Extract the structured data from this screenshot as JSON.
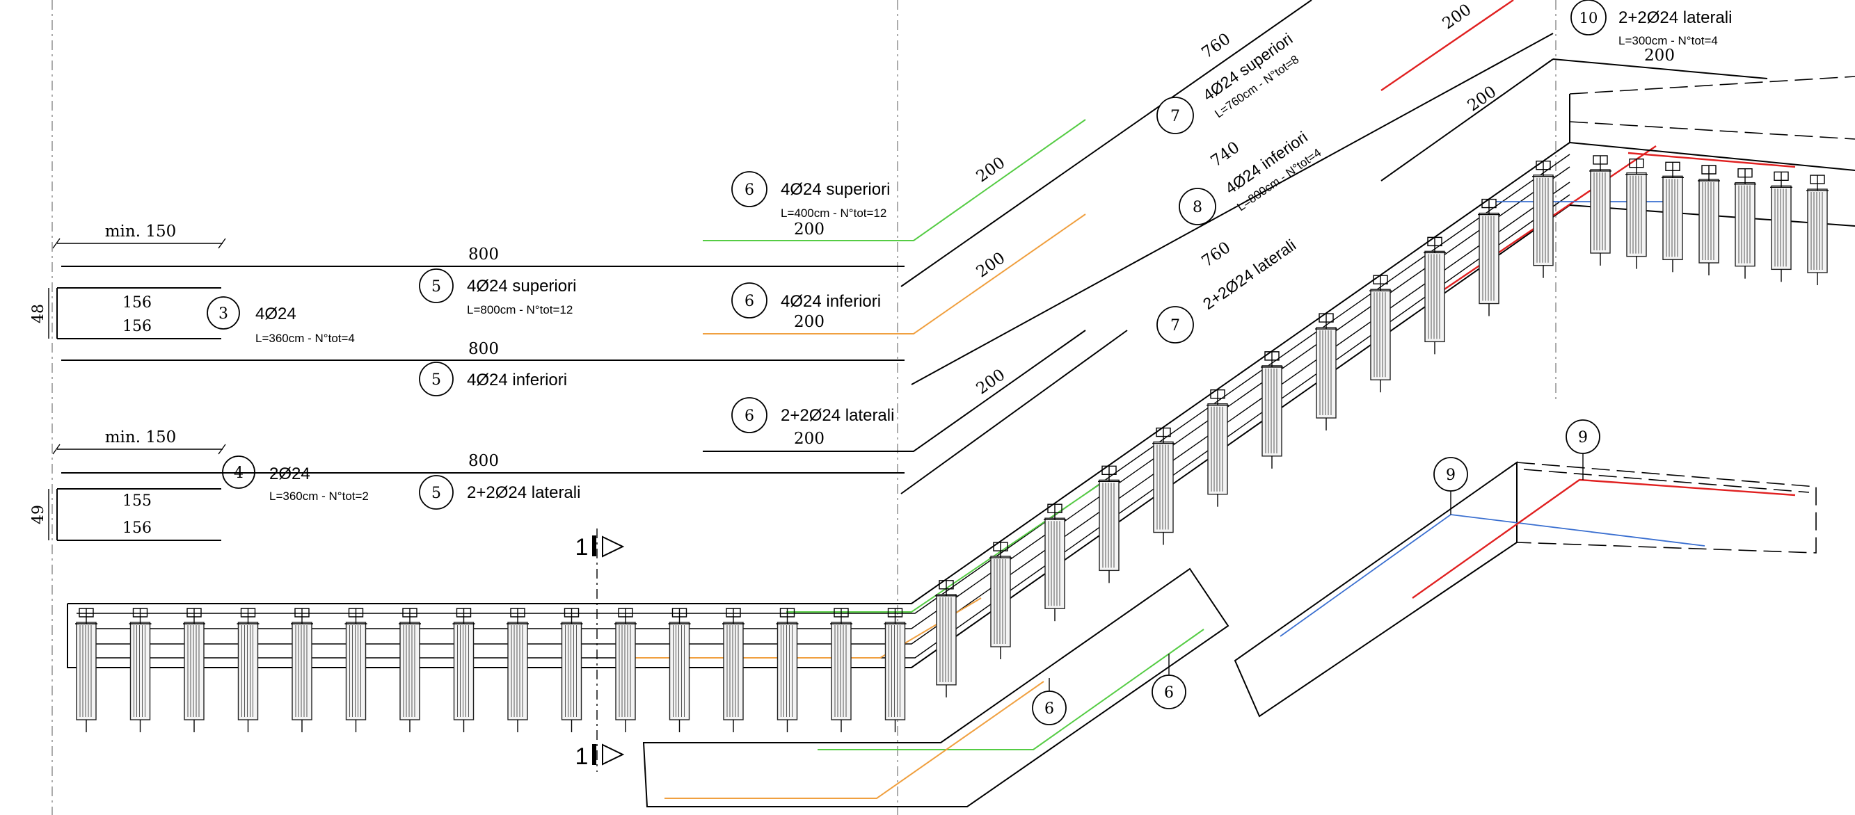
{
  "left_schedule": {
    "top": {
      "min_label": "min. 150",
      "height_label": "48",
      "dims": [
        "156",
        "156"
      ],
      "bar_no": "3",
      "bar_text": "4Ø24",
      "bar_sub": "L=360cm - N°tot=4"
    },
    "bottom": {
      "min_label": "min. 150",
      "height_label": "49",
      "dims": [
        "155",
        "156"
      ],
      "bar_no": "4",
      "bar_text": "2Ø24",
      "bar_sub": "L=360cm - N°tot=2"
    }
  },
  "mid_schedule": [
    {
      "length": "800",
      "no": "5",
      "text": "4Ø24 superiori",
      "sub": "L=800cm - N°tot=12"
    },
    {
      "length": "800",
      "no": "5",
      "text": "4Ø24 inferiori",
      "sub": ""
    },
    {
      "length": "800",
      "no": "5",
      "text": "2+2Ø24 laterali",
      "sub": ""
    }
  ],
  "bend_schedule": [
    {
      "no": "6",
      "text": "4Ø24 superiori",
      "sub": "L=400cm - N°tot=12",
      "len_a": "200",
      "len_b": "200",
      "color": "#55cc44"
    },
    {
      "no": "6",
      "text": "4Ø24 inferiori",
      "sub": "",
      "len_a": "200",
      "len_b": "200",
      "color": "#f0a040"
    },
    {
      "no": "6",
      "text": "2+2Ø24 laterali",
      "sub": "",
      "len_a": "200",
      "len_b": "200",
      "color": "#000000"
    }
  ],
  "diag_schedule": [
    {
      "no": "7",
      "text": "4Ø24 superiori",
      "sub": "L=760cm - N°tot=8",
      "length": "760"
    },
    {
      "no": "8",
      "text": "4Ø24 inferiori",
      "sub": "L=800cm - N°tot=4",
      "length": "740"
    },
    {
      "no": "7",
      "text": "2+2Ø24 laterali",
      "sub": "",
      "length": "760"
    }
  ],
  "upper_right": {
    "len_a": "200",
    "len_b": "200",
    "no": "10",
    "text": "2+2Ø24 laterali",
    "sub": "L=300cm - N°tot=4",
    "len_c": "200"
  },
  "section_marks": {
    "top": "1",
    "bottom": "1"
  },
  "plan_callouts": {
    "bar_6a": "6",
    "bar_6b": "6",
    "bar_9a": "9",
    "bar_9b": "9"
  },
  "colors": {
    "green": "#55cc44",
    "orange": "#f0a040",
    "red": "#e02020",
    "blue": "#3a6fd0"
  }
}
